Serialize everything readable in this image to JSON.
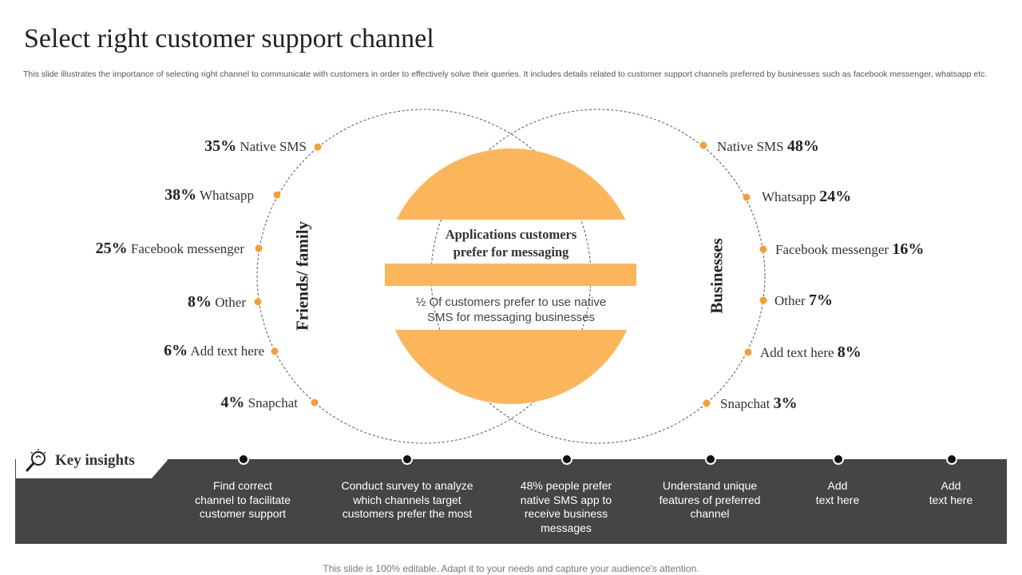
{
  "title": "Select right customer support channel",
  "description": "This slide illustrates the importance of selecting right channel to communicate with customers in order to effectively  solve their queries. It includes details related to customer support channels preferred by businesses such as facebook messenger, whatsapp etc.",
  "left_group": {
    "label": "Friends/ family",
    "items": [
      {
        "pct": "35%",
        "name": "Native  SMS"
      },
      {
        "pct": "38%",
        "name": "Whatsapp"
      },
      {
        "pct": "25%",
        "name": "Facebook messenger"
      },
      {
        "pct": "8%",
        "name": "Other"
      },
      {
        "pct": "6%",
        "name": "Add text here"
      },
      {
        "pct": "4%",
        "name": "Snapchat"
      }
    ]
  },
  "right_group": {
    "label": "Businesses",
    "items": [
      {
        "pct": "48%",
        "name": "Native  SMS"
      },
      {
        "pct": "24%",
        "name": "Whatsapp"
      },
      {
        "pct": "16%",
        "name": "Facebook messenger"
      },
      {
        "pct": "7%",
        "name": "Other"
      },
      {
        "pct": "8%",
        "name": "Add text here"
      },
      {
        "pct": "3%",
        "name": "Snapchat"
      }
    ]
  },
  "center": {
    "title_line1": "Applications customers",
    "title_line2": "prefer for messaging",
    "text_line1": "½ Of customers prefer to use native",
    "text_line2": "SMS for messaging businesses"
  },
  "key_insights": {
    "label": "Key insights",
    "items": [
      {
        "line1": "Find correct",
        "line2": "channel to facilitate",
        "line3": "customer support",
        "line4": ""
      },
      {
        "line1": "Conduct survey to analyze",
        "line2": "which channels target",
        "line3": "customers prefer the most",
        "line4": ""
      },
      {
        "line1": "48% people prefer",
        "line2": "native SMS app to",
        "line3": "receive business",
        "line4": "messages"
      },
      {
        "line1": "Understand unique",
        "line2": "features of preferred",
        "line3": "channel",
        "line4": ""
      },
      {
        "line1": "Add",
        "line2": "text here",
        "line3": "",
        "line4": ""
      },
      {
        "line1": "Add",
        "line2": "text here",
        "line3": "",
        "line4": ""
      }
    ]
  },
  "footer": "This slide is 100% editable. Adapt it to your needs and capture your audience's attention.",
  "colors": {
    "accent": "#f5a031",
    "center_fill": "#fbb65c",
    "band": "#454545"
  }
}
